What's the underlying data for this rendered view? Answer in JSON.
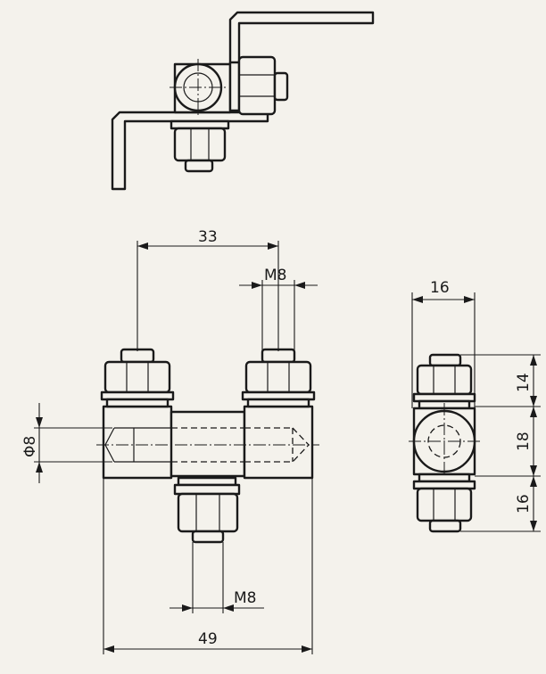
{
  "dimensions": {
    "top_width": "33",
    "top_thread": "M8",
    "diameter": "Φ8",
    "bottom_thread": "M8",
    "overall_width": "49",
    "side_width": "16",
    "side_upper": "14",
    "side_middle": "18",
    "side_lower": "16"
  },
  "colors": {
    "ink": "#1a1a1a",
    "paper": "#f4f2ec"
  }
}
